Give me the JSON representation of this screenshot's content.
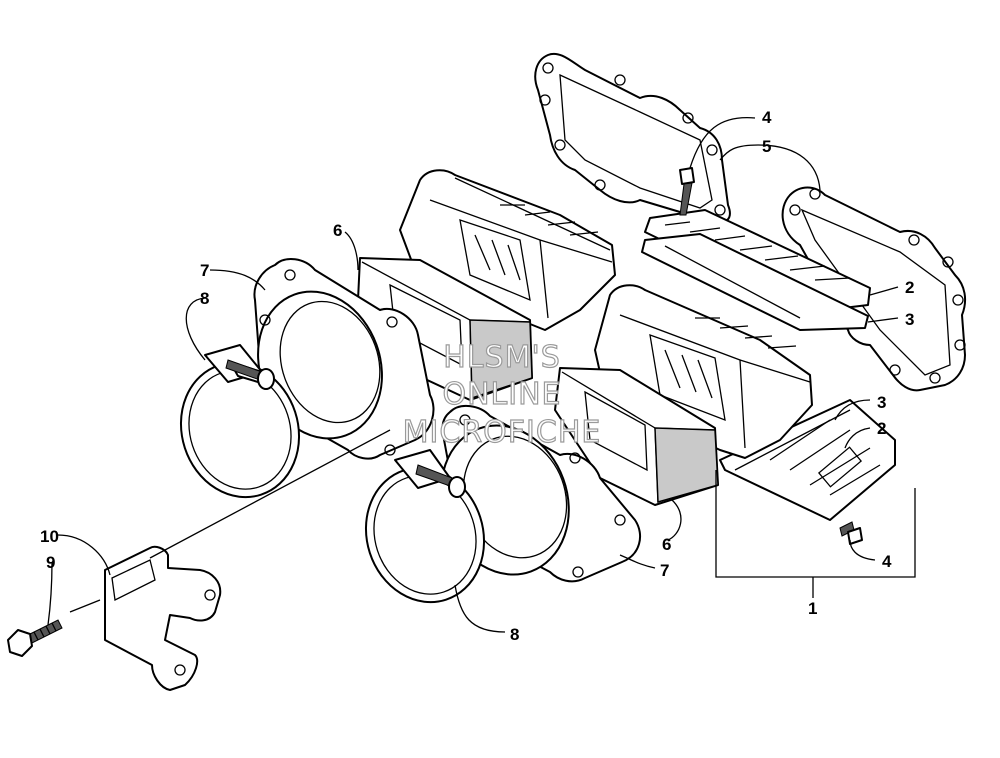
{
  "callouts": {
    "c1": "1",
    "c2a": "2",
    "c2b": "2",
    "c3a": "3",
    "c3b": "3",
    "c4a": "4",
    "c4b": "4",
    "c5": "5",
    "c6a": "6",
    "c6b": "6",
    "c7a": "7",
    "c7b": "7",
    "c8a": "8",
    "c8b": "8",
    "c9": "9",
    "c10": "10"
  },
  "watermark": {
    "line1": "HLSM'S",
    "line2": "ONLINE",
    "line3": "MICROFICHE"
  }
}
